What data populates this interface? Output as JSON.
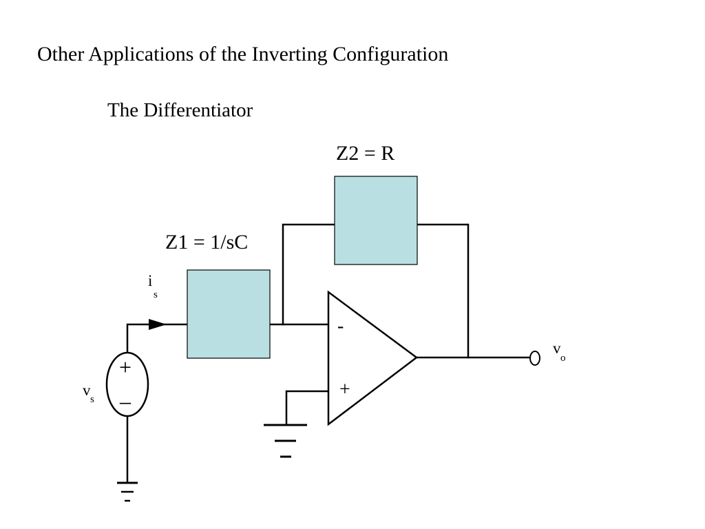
{
  "slide": {
    "title": "Other Applications of the Inverting Configuration",
    "subtitle": "The Differentiator"
  },
  "circuit": {
    "z1_label": "Z1 = 1/sC",
    "z2_label": "Z2 = R",
    "current": {
      "symbol": "i",
      "subscript": "s"
    },
    "source": {
      "symbol": "v",
      "subscript": "s",
      "plus": "+",
      "minus": "–"
    },
    "output": {
      "symbol": "v",
      "subscript": "o"
    },
    "opamp": {
      "inverting_pin": "-",
      "noninverting_pin": "+"
    },
    "colors": {
      "impedance_fill": "#b9dfe3",
      "wire": "#000000"
    }
  }
}
